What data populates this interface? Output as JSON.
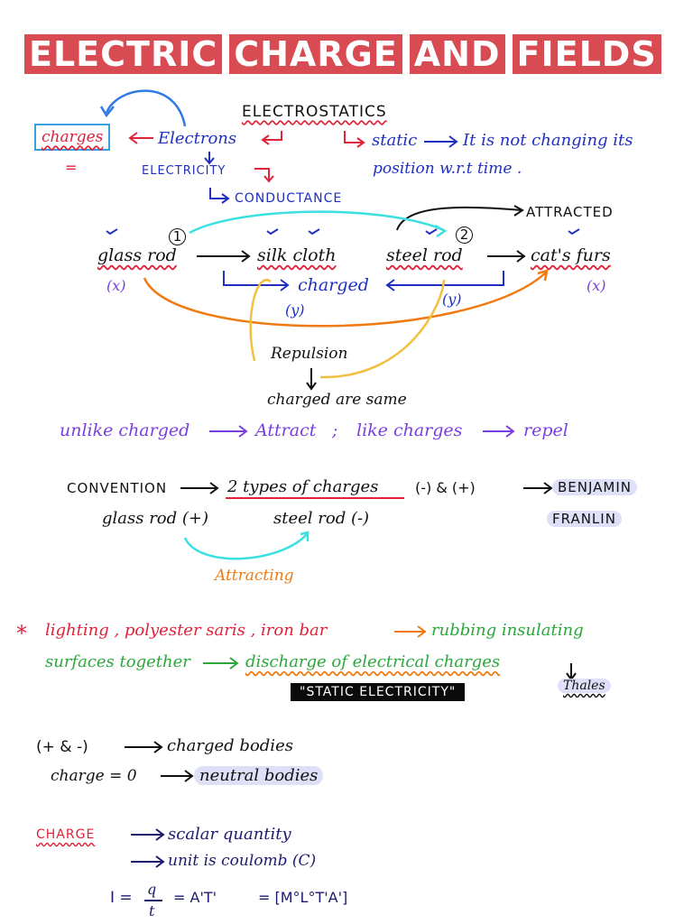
{
  "title": {
    "words": [
      "ELECTRIC",
      "CHARGE",
      "AND",
      "FIELDS"
    ]
  },
  "top": {
    "electrostatics": "ELECTROSTATICS",
    "charges": "charges",
    "electrons": "Electrons",
    "static": "static",
    "static_def_1": "It is not changing its",
    "static_def_2": "position w.r.t time .",
    "electricity": "ELECTRICITY",
    "conductance": "CONDUCTANCE"
  },
  "experiment": {
    "attracted": "ATTRACTED",
    "num1": "1",
    "num2": "2",
    "glass_rod": "glass rod",
    "silk_cloth": "silk cloth",
    "steel_rod": "steel rod",
    "cats_furs": "cat's furs",
    "x1": "(x)",
    "x2": "(x)",
    "y1": "(y)",
    "y2": "(y)",
    "charged": "charged",
    "repulsion": "Repulsion",
    "charged_same": "charged are same",
    "unlike": "unlike charged",
    "attract": "Attract",
    "semicolon": ";",
    "like": "like charges",
    "repel": "repel"
  },
  "convention": {
    "label": "CONVENTION",
    "types": "2 types of charges",
    "signs": "(-) & (+)",
    "benjamin": "BENJAMIN",
    "franklin": "FRANLIN",
    "glass": "glass rod (+)",
    "steel": "steel rod (-)",
    "attracting": "Attracting"
  },
  "static_section": {
    "star": "*",
    "line1_items": "lighting , polyester saris , iron bar",
    "line1_end": "rubbing insulating",
    "line2_start": "surfaces together",
    "line2_end": "discharge of electrical charges",
    "static_electricity": "\"STATIC  ELECTRICITY\"",
    "thales": "Thales"
  },
  "bodies": {
    "charged_lhs": "(+ & -)",
    "charged_rhs": "charged bodies",
    "neutral_lhs": "charge = 0",
    "neutral_rhs": "neutral bodies"
  },
  "charge_def": {
    "label": "CHARGE",
    "scalar": "scalar quantity",
    "unit": "unit is coulomb (C)",
    "formula_i": "I =",
    "formula_q": "q",
    "formula_t": "t",
    "formula_mid": "=   A'T'",
    "formula_dim": "=  [M°L°T'A']"
  },
  "colors": {
    "title_bg": "#d94b52",
    "red": "#e0223a",
    "blue": "#1f2fbf",
    "purple": "#7a3ee0",
    "orange": "#f07a10",
    "green": "#2aa83a",
    "cyan": "#3de0e0"
  }
}
